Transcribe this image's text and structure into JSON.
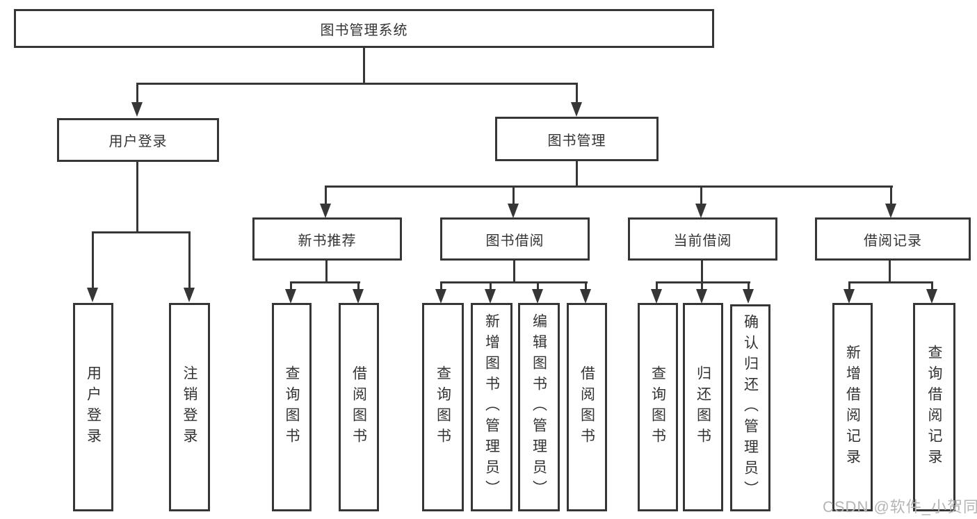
{
  "tree": {
    "root": "图书管理系统",
    "children": [
      {
        "label": "用户登录",
        "children": [
          "用户登录",
          "注销登录"
        ]
      },
      {
        "label": "图书管理",
        "children": [
          {
            "label": "新书推荐",
            "children": [
              "查询图书",
              "借阅图书"
            ]
          },
          {
            "label": "图书借阅",
            "children": [
              "查询图书",
              "新增图书（管理员）",
              "编辑图书（管理员）",
              "借阅图书"
            ]
          },
          {
            "label": "当前借阅",
            "children": [
              "查询图书",
              "归还图书",
              "确认归还（管理员）"
            ]
          },
          {
            "label": "借阅记录",
            "children": [
              "新增借阅记录",
              "查询借阅记录"
            ]
          }
        ]
      }
    ]
  },
  "watermark": "CSDN @软件_小贺同学",
  "colors": {
    "line": "#363636",
    "text": "#333333",
    "background": "#ffffff",
    "watermark": "#b5b5b5"
  }
}
